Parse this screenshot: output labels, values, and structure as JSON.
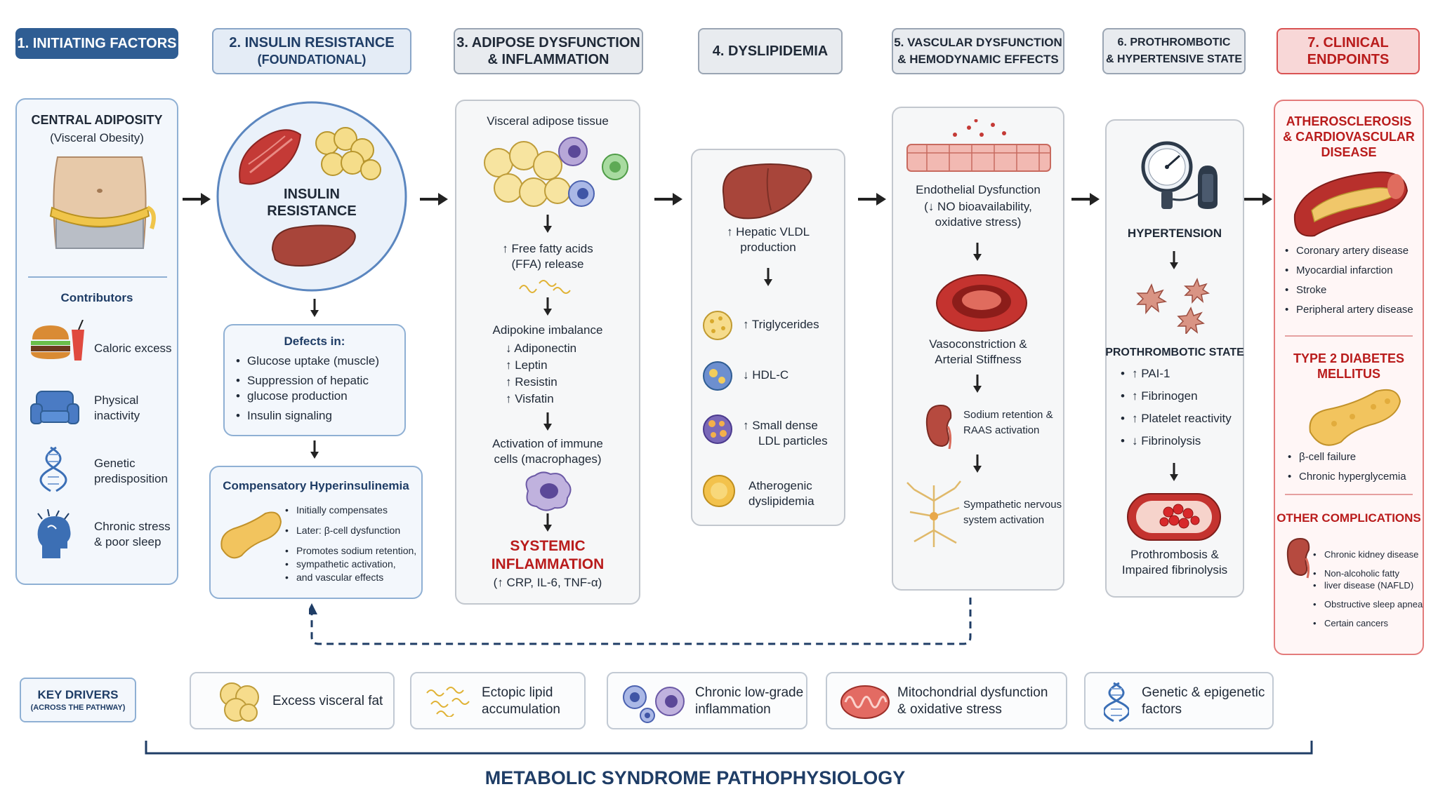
{
  "headers": {
    "h1": "1. INITIATING FACTORS",
    "h2a": "2. INSULIN RESISTANCE",
    "h2b": "(FOUNDATIONAL)",
    "h3a": "3. ADIPOSE DYSFUNCTION",
    "h3b": "& INFLAMMATION",
    "h4": "4. DYSLIPIDEMIA",
    "h5a": "5. VASCULAR DYSFUNCTION",
    "h5b": "& HEMODYNAMIC EFFECTS",
    "h6a": "6. PROTHROMBOTIC",
    "h6b": "& HYPERTENSIVE STATE",
    "h7a": "7. CLINICAL",
    "h7b": "ENDPOINTS"
  },
  "col1": {
    "title": "CENTRAL ADIPOSITY",
    "subtitle": "(Visceral Obesity)",
    "contributors_title": "Contributors",
    "items": [
      {
        "a": "Caloric excess",
        "b": ""
      },
      {
        "a": "Physical",
        "b": "inactivity"
      },
      {
        "a": "Genetic",
        "b": "predisposition"
      },
      {
        "a": "Chronic stress",
        "b": "& poor sleep"
      }
    ]
  },
  "col2": {
    "circle_a": "INSULIN",
    "circle_b": "RESISTANCE",
    "defects_title": "Defects in:",
    "defects": [
      "Glucose uptake (muscle)",
      "Suppression of hepatic",
      "glucose production",
      "Insulin signaling"
    ],
    "comp_title": "Compensatory Hyperinsulinemia",
    "comp": [
      "Initially compensates",
      "Later: β-cell dysfunction",
      "Promotes sodium retention,",
      "sympathetic activation,",
      "and vascular effects"
    ]
  },
  "col3": {
    "title": "Visceral adipose tissue",
    "ffa_a": "↑ Free fatty acids",
    "ffa_b": "(FFA) release",
    "adipokine": "Adipokine imbalance",
    "adipokines": [
      "↓ Adiponectin",
      "↑ Leptin",
      "↑ Resistin",
      "↑ Visfatin"
    ],
    "immune_a": "Activation of immune",
    "immune_b": "cells (macrophages)",
    "sys_a": "SYSTEMIC",
    "sys_b": "INFLAMMATION",
    "sys_c": "(↑ CRP, IL-6, TNF-α)"
  },
  "col4": {
    "vldl_a": "↑ Hepatic VLDL",
    "vldl_b": "production",
    "tg": "↑ Triglycerides",
    "hdl": "↓ HDL-C",
    "ldl_a": "↑ Small dense",
    "ldl_b": "LDL particles",
    "ath_a": "Atherogenic",
    "ath_b": "dyslipidemia"
  },
  "col5": {
    "endo_a": "Endothelial Dysfunction",
    "endo_b": "(↓ NO bioavailability,",
    "endo_c": "oxidative stress)",
    "vaso_a": "Vasoconstriction &",
    "vaso_b": "Arterial Stiffness",
    "na_a": "Sodium retention &",
    "na_b": "RAAS activation",
    "sns_a": "Sympathetic nervous",
    "sns_b": "system activation"
  },
  "col6": {
    "htn": "HYPERTENSION",
    "pro_title": "PROTHROMBOTIC STATE",
    "pro_items": [
      "↑ PAI-1",
      "↑ Fibrinogen",
      "↑ Platelet reactivity",
      "↓ Fibrinolysis"
    ],
    "fib_a": "Prothrombosis &",
    "fib_b": "Impaired fibrinolysis"
  },
  "col7": {
    "cvd_a": "ATHEROSCLEROSIS",
    "cvd_b": "& CARDIOVASCULAR",
    "cvd_c": "DISEASE",
    "cvd_items": [
      "Coronary artery disease",
      "Myocardial infarction",
      "Stroke",
      "Peripheral artery disease"
    ],
    "t2d_a": "TYPE 2 DIABETES",
    "t2d_b": "MELLITUS",
    "t2d_items": [
      "β-cell failure",
      "Chronic hyperglycemia"
    ],
    "oth": "OTHER COMPLICATIONS",
    "oth_items": [
      "Chronic kidney disease",
      "Non-alcoholic fatty",
      "liver disease (NAFLD)",
      "Obstructive sleep apnea",
      "Certain cancers"
    ]
  },
  "drivers": {
    "title": "KEY DRIVERS",
    "sub": "(ACROSS THE PATHWAY)",
    "d1": "Excess visceral fat",
    "d2a": "Ectopic lipid",
    "d2b": "accumulation",
    "d3a": "Chronic low-grade",
    "d3b": "inflammation",
    "d4a": "Mitochondrial dysfunction",
    "d4b": "& oxidative stress",
    "d5a": "Genetic & epigenetic",
    "d5b": "factors"
  },
  "footer": "METABOLIC SYNDROME PATHOPHYSIOLOGY",
  "colors": {
    "navy": "#1f3d66",
    "red": "#b91c1c",
    "fat": "#f2d27a",
    "liver": "#a8453a"
  }
}
